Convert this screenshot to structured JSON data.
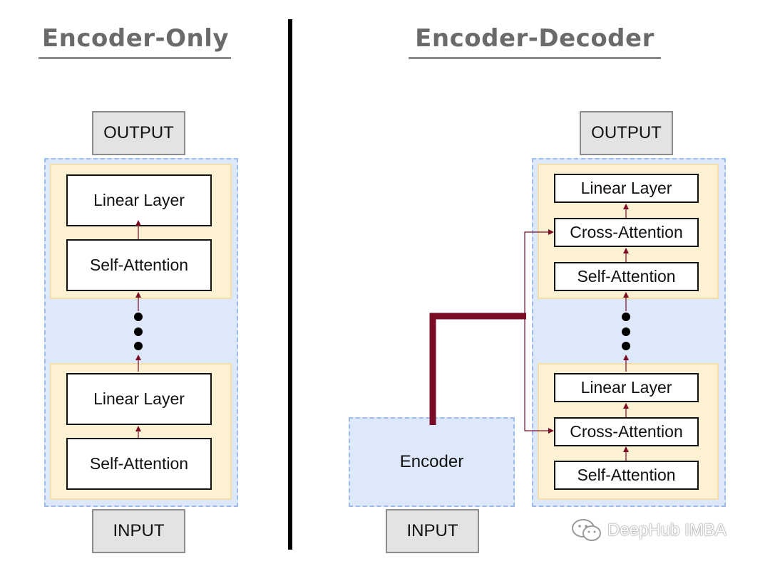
{
  "left": {
    "title": "Encoder-Only",
    "output_label": "OUTPUT",
    "input_label": "INPUT",
    "top_block": {
      "layer_1": "Linear Layer",
      "layer_2": "Self-Attention"
    },
    "bottom_block": {
      "layer_1": "Linear Layer",
      "layer_2": "Self-Attention"
    }
  },
  "right": {
    "title": "Encoder-Decoder",
    "output_label": "OUTPUT",
    "input_label": "INPUT",
    "encoder_label": "Encoder",
    "top_block": {
      "layer_1": "Linear Layer",
      "layer_2": "Cross-Attention",
      "layer_3": "Self-Attention"
    },
    "bottom_block": {
      "layer_1": "Linear Layer",
      "layer_2": "Cross-Attention",
      "layer_3": "Self-Attention"
    }
  },
  "watermark": {
    "text": "DeepHub IMBA",
    "icon": "wechat-icon"
  },
  "colors": {
    "connector": "#7a0c25",
    "stack_fill": "#dde9fb",
    "block_fill": "#fdf1d3",
    "title_text": "#6a6a6a"
  }
}
